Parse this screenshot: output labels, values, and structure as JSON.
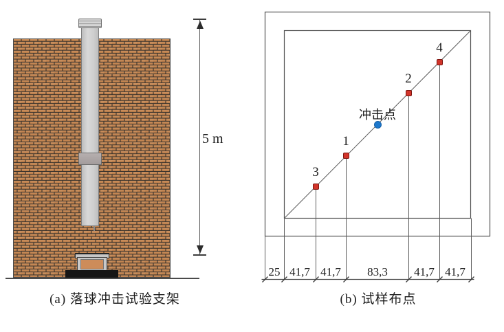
{
  "panel_a": {
    "caption": "(a) 落球冲击试验支架",
    "height_dimension": "5 m"
  },
  "panel_b": {
    "caption": "(b) 试样布点",
    "impact_point_label": "冲击点",
    "sample_points": [
      {
        "label": "3"
      },
      {
        "label": "1"
      },
      {
        "label": "2"
      },
      {
        "label": "4"
      }
    ],
    "segment_widths": [
      "25",
      "41,7",
      "41,7",
      "83,3",
      "41,7",
      "41,7"
    ]
  },
  "colors": {
    "brick": "#c1834f",
    "mortar": "#3a332c",
    "tube_gray": "#cdcdcd",
    "coupling_gray": "#aaa3a3",
    "anvil_orange": "#cd8c5a",
    "base_black": "#161616",
    "drawing_line": "#4f4f4f",
    "sample_point_red": "#d2352b",
    "sample_point_border": "#7c140e",
    "impact_point_blue": "#1d78cc"
  }
}
